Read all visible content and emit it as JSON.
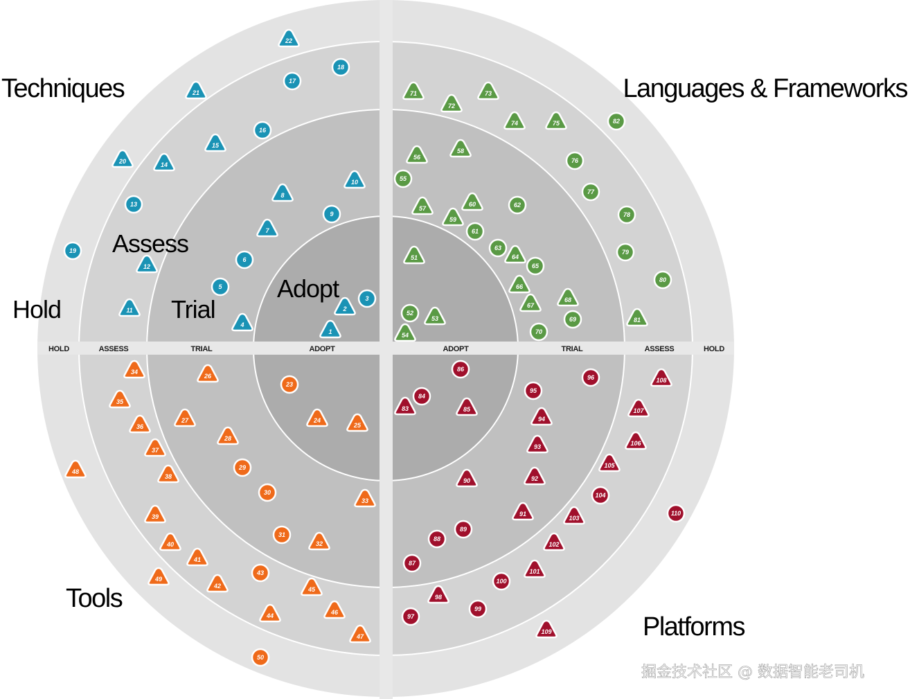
{
  "quadrants": {
    "techniques": "Techniques",
    "languages": "Languages & Frameworks",
    "tools": "Tools",
    "platforms": "Platforms"
  },
  "rings": {
    "hold": "Hold",
    "assess": "Assess",
    "trial": "Trial",
    "adopt": "Adopt"
  },
  "axis_labels": {
    "left": [
      "HOLD",
      "ASSESS",
      "TRIAL",
      "ADOPT"
    ],
    "right": [
      "ADOPT",
      "TRIAL",
      "ASSESS",
      "HOLD"
    ]
  },
  "colors": {
    "techniques": "#1a93b5",
    "languages": "#5a9a45",
    "tools": "#ef6a1a",
    "platforms": "#a0102c"
  },
  "watermark": "掘金技术社区 @ 数据智能老司机",
  "blips": [
    {
      "n": "1",
      "q": "techniques",
      "shape": "triangle"
    },
    {
      "n": "2",
      "q": "techniques",
      "shape": "triangle"
    },
    {
      "n": "3",
      "q": "techniques",
      "shape": "circle"
    },
    {
      "n": "4",
      "q": "techniques",
      "shape": "triangle"
    },
    {
      "n": "5",
      "q": "techniques",
      "shape": "circle"
    },
    {
      "n": "6",
      "q": "techniques",
      "shape": "circle"
    },
    {
      "n": "7",
      "q": "techniques",
      "shape": "triangle"
    },
    {
      "n": "8",
      "q": "techniques",
      "shape": "triangle"
    },
    {
      "n": "9",
      "q": "techniques",
      "shape": "circle"
    },
    {
      "n": "10",
      "q": "techniques",
      "shape": "triangle"
    },
    {
      "n": "11",
      "q": "techniques",
      "shape": "triangle"
    },
    {
      "n": "12",
      "q": "techniques",
      "shape": "triangle"
    },
    {
      "n": "13",
      "q": "techniques",
      "shape": "circle"
    },
    {
      "n": "14",
      "q": "techniques",
      "shape": "triangle"
    },
    {
      "n": "15",
      "q": "techniques",
      "shape": "triangle"
    },
    {
      "n": "16",
      "q": "techniques",
      "shape": "circle"
    },
    {
      "n": "17",
      "q": "techniques",
      "shape": "circle"
    },
    {
      "n": "18",
      "q": "techniques",
      "shape": "circle"
    },
    {
      "n": "19",
      "q": "techniques",
      "shape": "circle"
    },
    {
      "n": "20",
      "q": "techniques",
      "shape": "triangle"
    },
    {
      "n": "21",
      "q": "techniques",
      "shape": "triangle"
    },
    {
      "n": "22",
      "q": "techniques",
      "shape": "triangle"
    },
    {
      "n": "23",
      "q": "tools",
      "shape": "circle"
    },
    {
      "n": "24",
      "q": "tools",
      "shape": "triangle"
    },
    {
      "n": "25",
      "q": "tools",
      "shape": "triangle"
    },
    {
      "n": "26",
      "q": "tools",
      "shape": "triangle"
    },
    {
      "n": "27",
      "q": "tools",
      "shape": "triangle"
    },
    {
      "n": "28",
      "q": "tools",
      "shape": "triangle"
    },
    {
      "n": "29",
      "q": "tools",
      "shape": "circle"
    },
    {
      "n": "30",
      "q": "tools",
      "shape": "circle"
    },
    {
      "n": "31",
      "q": "tools",
      "shape": "circle"
    },
    {
      "n": "32",
      "q": "tools",
      "shape": "triangle"
    },
    {
      "n": "33",
      "q": "tools",
      "shape": "triangle"
    },
    {
      "n": "34",
      "q": "tools",
      "shape": "triangle"
    },
    {
      "n": "35",
      "q": "tools",
      "shape": "triangle"
    },
    {
      "n": "36",
      "q": "tools",
      "shape": "triangle"
    },
    {
      "n": "37",
      "q": "tools",
      "shape": "triangle"
    },
    {
      "n": "38",
      "q": "tools",
      "shape": "triangle"
    },
    {
      "n": "39",
      "q": "tools",
      "shape": "triangle"
    },
    {
      "n": "40",
      "q": "tools",
      "shape": "triangle"
    },
    {
      "n": "41",
      "q": "tools",
      "shape": "triangle"
    },
    {
      "n": "42",
      "q": "tools",
      "shape": "triangle"
    },
    {
      "n": "43",
      "q": "tools",
      "shape": "circle"
    },
    {
      "n": "44",
      "q": "tools",
      "shape": "triangle"
    },
    {
      "n": "45",
      "q": "tools",
      "shape": "triangle"
    },
    {
      "n": "46",
      "q": "tools",
      "shape": "triangle"
    },
    {
      "n": "47",
      "q": "tools",
      "shape": "triangle"
    },
    {
      "n": "48",
      "q": "tools",
      "shape": "triangle"
    },
    {
      "n": "49",
      "q": "tools",
      "shape": "triangle"
    },
    {
      "n": "50",
      "q": "tools",
      "shape": "circle"
    },
    {
      "n": "51",
      "q": "languages",
      "shape": "triangle"
    },
    {
      "n": "52",
      "q": "languages",
      "shape": "circle"
    },
    {
      "n": "53",
      "q": "languages",
      "shape": "triangle"
    },
    {
      "n": "54",
      "q": "languages",
      "shape": "triangle"
    },
    {
      "n": "55",
      "q": "languages",
      "shape": "circle"
    },
    {
      "n": "56",
      "q": "languages",
      "shape": "triangle"
    },
    {
      "n": "57",
      "q": "languages",
      "shape": "triangle"
    },
    {
      "n": "58",
      "q": "languages",
      "shape": "triangle"
    },
    {
      "n": "59",
      "q": "languages",
      "shape": "triangle"
    },
    {
      "n": "60",
      "q": "languages",
      "shape": "triangle"
    },
    {
      "n": "61",
      "q": "languages",
      "shape": "circle"
    },
    {
      "n": "62",
      "q": "languages",
      "shape": "circle"
    },
    {
      "n": "63",
      "q": "languages",
      "shape": "circle"
    },
    {
      "n": "64",
      "q": "languages",
      "shape": "triangle"
    },
    {
      "n": "65",
      "q": "languages",
      "shape": "circle"
    },
    {
      "n": "66",
      "q": "languages",
      "shape": "triangle"
    },
    {
      "n": "67",
      "q": "languages",
      "shape": "triangle"
    },
    {
      "n": "68",
      "q": "languages",
      "shape": "triangle"
    },
    {
      "n": "69",
      "q": "languages",
      "shape": "circle"
    },
    {
      "n": "70",
      "q": "languages",
      "shape": "circle"
    },
    {
      "n": "71",
      "q": "languages",
      "shape": "triangle"
    },
    {
      "n": "72",
      "q": "languages",
      "shape": "triangle"
    },
    {
      "n": "73",
      "q": "languages",
      "shape": "triangle"
    },
    {
      "n": "74",
      "q": "languages",
      "shape": "triangle"
    },
    {
      "n": "75",
      "q": "languages",
      "shape": "triangle"
    },
    {
      "n": "76",
      "q": "languages",
      "shape": "circle"
    },
    {
      "n": "77",
      "q": "languages",
      "shape": "circle"
    },
    {
      "n": "78",
      "q": "languages",
      "shape": "circle"
    },
    {
      "n": "79",
      "q": "languages",
      "shape": "circle"
    },
    {
      "n": "80",
      "q": "languages",
      "shape": "circle"
    },
    {
      "n": "81",
      "q": "languages",
      "shape": "triangle"
    },
    {
      "n": "82",
      "q": "languages",
      "shape": "circle"
    },
    {
      "n": "83",
      "q": "platforms",
      "shape": "triangle"
    },
    {
      "n": "84",
      "q": "platforms",
      "shape": "circle"
    },
    {
      "n": "85",
      "q": "platforms",
      "shape": "triangle"
    },
    {
      "n": "86",
      "q": "platforms",
      "shape": "circle"
    },
    {
      "n": "87",
      "q": "platforms",
      "shape": "circle"
    },
    {
      "n": "88",
      "q": "platforms",
      "shape": "circle"
    },
    {
      "n": "89",
      "q": "platforms",
      "shape": "circle"
    },
    {
      "n": "90",
      "q": "platforms",
      "shape": "triangle"
    },
    {
      "n": "91",
      "q": "platforms",
      "shape": "triangle"
    },
    {
      "n": "92",
      "q": "platforms",
      "shape": "triangle"
    },
    {
      "n": "93",
      "q": "platforms",
      "shape": "triangle"
    },
    {
      "n": "94",
      "q": "platforms",
      "shape": "triangle"
    },
    {
      "n": "95",
      "q": "platforms",
      "shape": "circle"
    },
    {
      "n": "96",
      "q": "platforms",
      "shape": "circle"
    },
    {
      "n": "97",
      "q": "platforms",
      "shape": "circle"
    },
    {
      "n": "98",
      "q": "platforms",
      "shape": "triangle"
    },
    {
      "n": "99",
      "q": "platforms",
      "shape": "circle"
    },
    {
      "n": "100",
      "q": "platforms",
      "shape": "circle"
    },
    {
      "n": "101",
      "q": "platforms",
      "shape": "triangle"
    },
    {
      "n": "102",
      "q": "platforms",
      "shape": "triangle"
    },
    {
      "n": "103",
      "q": "platforms",
      "shape": "triangle"
    },
    {
      "n": "104",
      "q": "platforms",
      "shape": "circle"
    },
    {
      "n": "105",
      "q": "platforms",
      "shape": "triangle"
    },
    {
      "n": "106",
      "q": "platforms",
      "shape": "triangle"
    },
    {
      "n": "107",
      "q": "platforms",
      "shape": "triangle"
    },
    {
      "n": "108",
      "q": "platforms",
      "shape": "triangle"
    },
    {
      "n": "109",
      "q": "platforms",
      "shape": "triangle"
    },
    {
      "n": "110",
      "q": "platforms",
      "shape": "circle"
    }
  ]
}
